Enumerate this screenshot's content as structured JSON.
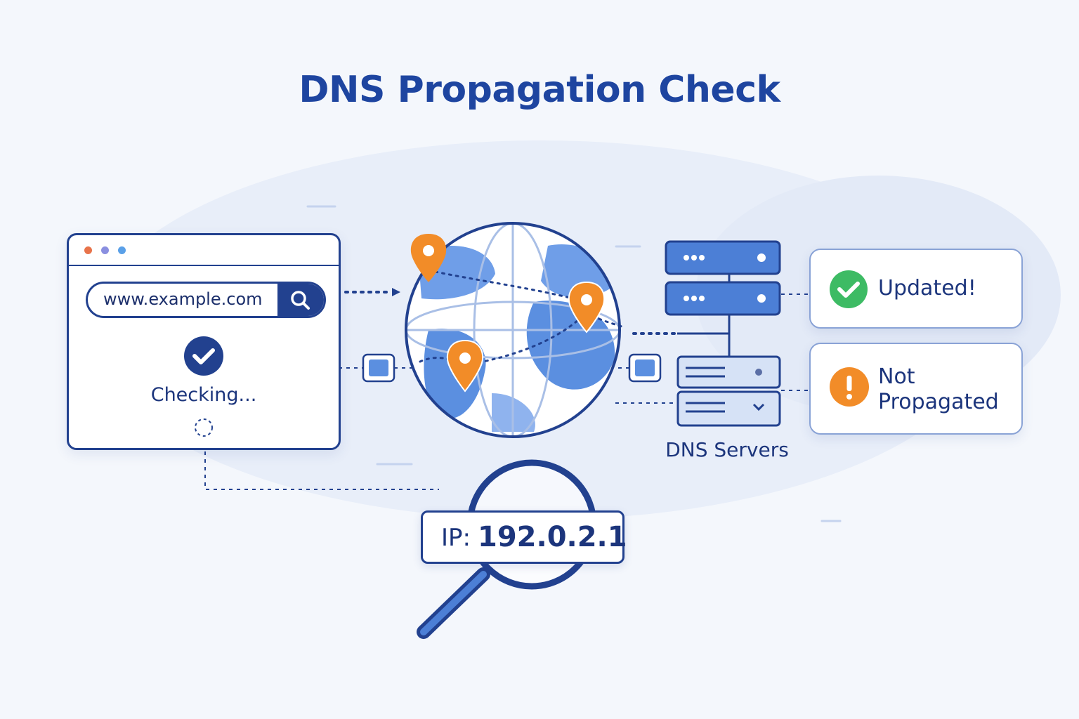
{
  "title": "DNS Propagation Check",
  "browser": {
    "dot_colors": [
      "#e8734a",
      "#8a8fe0",
      "#5aa0e8"
    ],
    "search_url": "www.example.com",
    "search_icon": "magnifier-icon",
    "status_icon": "checkmark-circle-icon",
    "status_text": "Checking..."
  },
  "servers": {
    "label": "DNS Servers"
  },
  "results": {
    "updated": {
      "icon": "green-check-icon",
      "text": "Updated!"
    },
    "not_propagated": {
      "icon": "orange-exclamation-icon",
      "line1": "Not",
      "line2": "Propagated"
    }
  },
  "lookup": {
    "ip_label": "IP:",
    "ip_value": "192.0.2.1"
  },
  "colors": {
    "navy": "#22418f",
    "accent_orange": "#f28c28",
    "success_green": "#3dbb64",
    "globe_blue": "#5b8fe0"
  }
}
